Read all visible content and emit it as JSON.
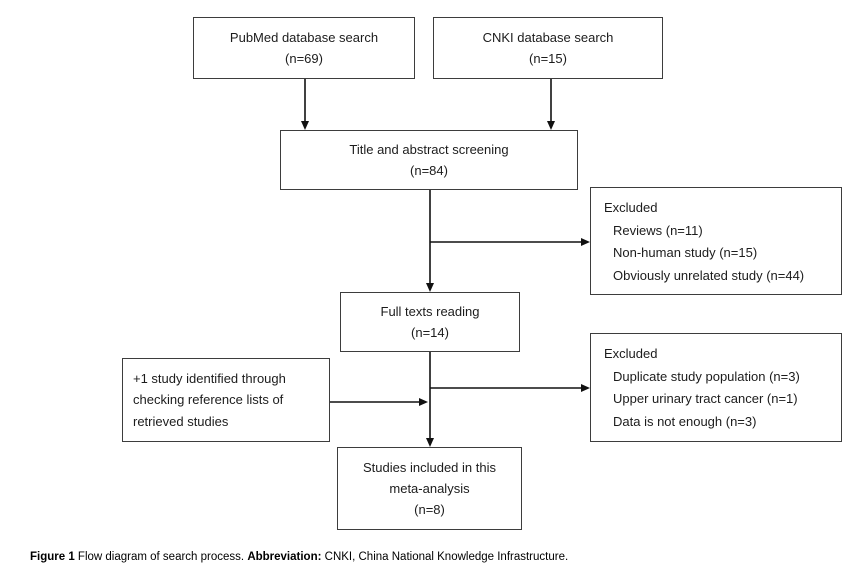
{
  "diagram": {
    "boxes": {
      "pubmed": {
        "lines": [
          "PubMed database search",
          "(n=69)"
        ]
      },
      "cnki": {
        "lines": [
          "CNKI database search",
          "(n=15)"
        ]
      },
      "screening": {
        "lines": [
          "Title and abstract screening",
          "(n=84)"
        ]
      },
      "excluded1": {
        "title": "Excluded",
        "items": [
          "Reviews (n=11)",
          "Non-human study (n=15)",
          "Obviously unrelated study (n=44)"
        ]
      },
      "fulltext": {
        "lines": [
          "Full texts reading",
          "(n=14)"
        ]
      },
      "reference": {
        "lines": [
          "+1 study identified through",
          "checking reference lists of",
          "retrieved studies"
        ]
      },
      "excluded2": {
        "title": "Excluded",
        "items": [
          "Duplicate study population (n=3)",
          "Upper urinary tract cancer (n=1)",
          "Data is not enough (n=3)"
        ]
      },
      "included": {
        "lines": [
          "Studies included in this",
          "meta-analysis",
          "(n=8)"
        ]
      }
    },
    "caption": {
      "figure_label": "Figure 1",
      "figure_text": " Flow diagram of search process. ",
      "abbrev_label": "Abbreviation:",
      "abbrev_text": " CNKI, China National Knowledge Infrastructure."
    },
    "colors": {
      "background": "#ffffff",
      "box_border": "#3d3d3d",
      "arrow": "#111111",
      "text": "#1c1c1c"
    }
  }
}
